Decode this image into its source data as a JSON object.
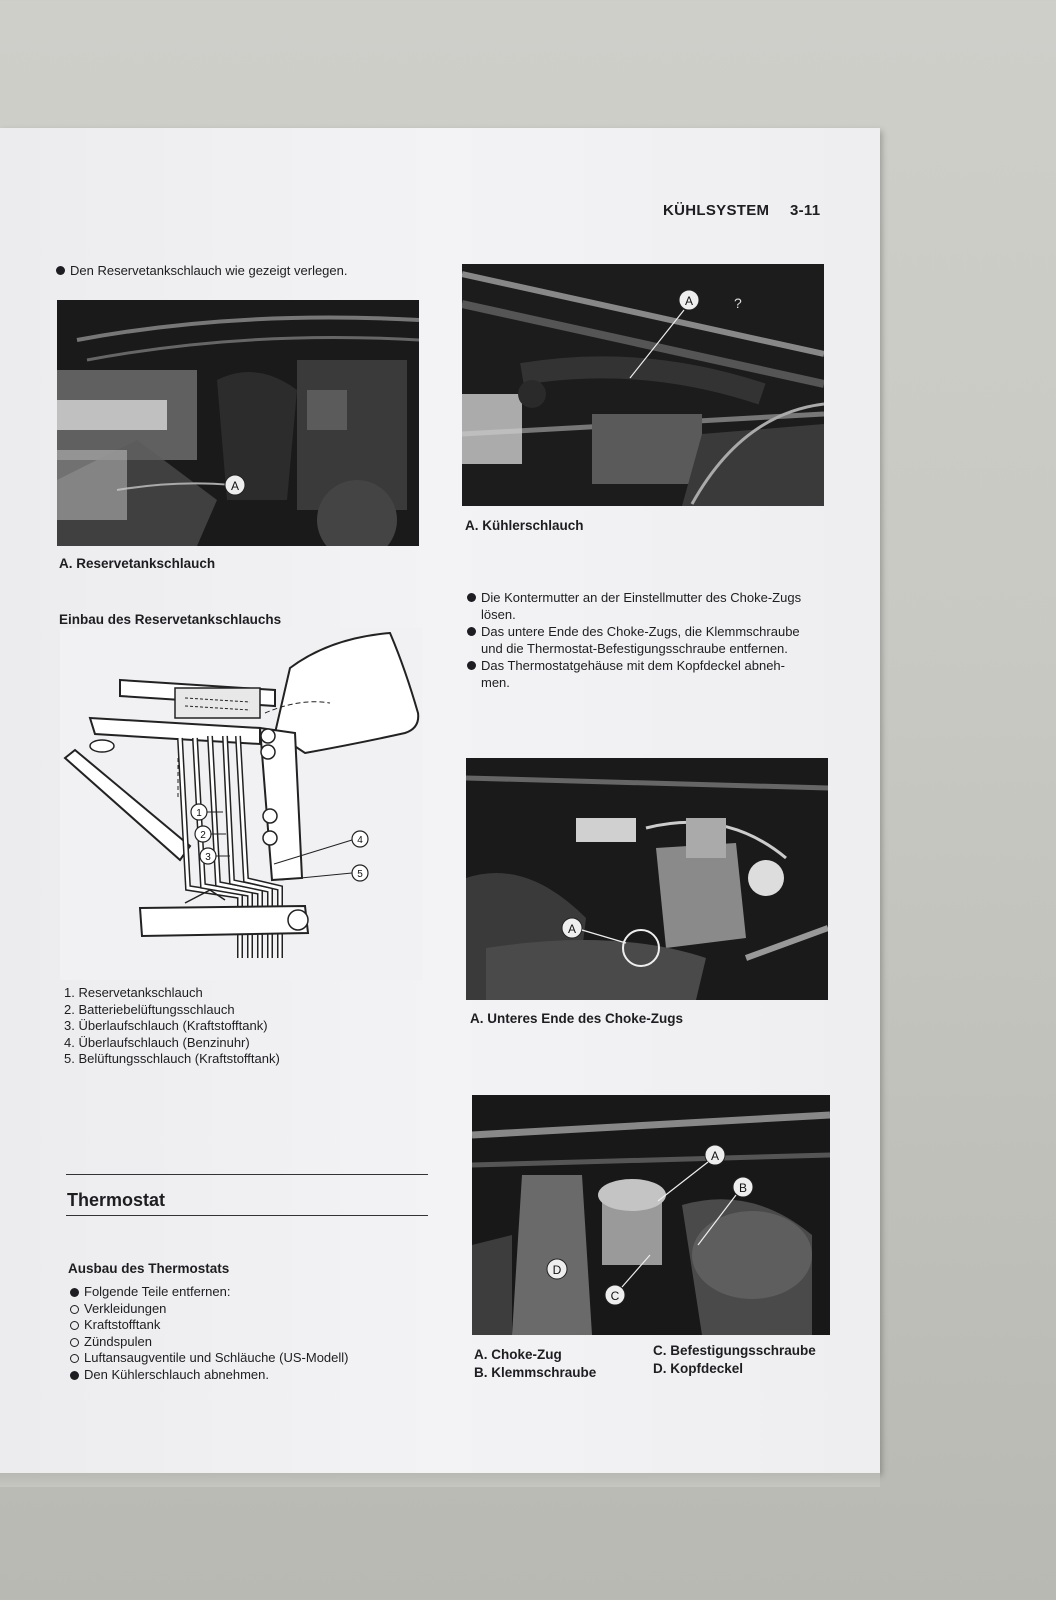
{
  "header": {
    "section": "KÜHLSYSTEM",
    "page_number": "3-11"
  },
  "left": {
    "intro_bullet": "Den Reservetankschlauch wie gezeigt verlegen.",
    "photo1": {
      "callout": "A"
    },
    "photo1_caption": "A. Reservetankschlauch",
    "diagram_title": "Einbau des Reservetankschlauchs",
    "diagram_callouts": [
      "1",
      "2",
      "3",
      "4",
      "5"
    ],
    "legend": [
      "1. Reservetankschlauch",
      "2. Batteriebelüftungsschlauch",
      "3. Überlaufschlauch (Kraftstofftank)",
      "4. Überlaufschlauch (Benzinuhr)",
      "5. Belüftungsschlauch (Kraftstofftank)"
    ],
    "section_heading": "Thermostat",
    "subsection": "Ausbau des Thermostats",
    "steps": [
      {
        "kind": "filled",
        "text": "Folgende Teile entfernen:"
      },
      {
        "kind": "open",
        "text": "Verkleidungen"
      },
      {
        "kind": "open",
        "text": "Kraftstofftank"
      },
      {
        "kind": "open",
        "text": "Zündspulen"
      },
      {
        "kind": "open",
        "text": "Luftansaugventile und Schläuche (US-Modell)"
      },
      {
        "kind": "filled",
        "text": "Den Kühlerschlauch abnehmen."
      }
    ]
  },
  "right": {
    "photo2": {
      "callout": "A",
      "mark": "?"
    },
    "photo2_caption": "A. Kühlerschlauch",
    "bullets": [
      {
        "line1": "Die Kontermutter an der Einstellmutter des Choke-Zugs",
        "line2": "lösen."
      },
      {
        "line1": "Das untere Ende des Choke-Zugs, die Klemmschraube",
        "line2": "und die Thermostat-Befestigungsschraube entfernen."
      },
      {
        "line1": "Das Thermostatgehäuse mit dem Kopfdeckel abneh-",
        "line2": "men."
      }
    ],
    "photo3": {
      "callout": "A"
    },
    "photo3_caption": "A. Unteres Ende des Choke-Zugs",
    "photo4": {
      "callouts": [
        "A",
        "B",
        "C",
        "D"
      ]
    },
    "photo4_captions": {
      "a": "A. Choke-Zug",
      "b": "B. Klemmschraube",
      "c": "C. Befestigungsschraube",
      "d": "D. Kopfdeckel"
    }
  },
  "colors": {
    "paper": "#f1f1f3",
    "ink": "#1e1e22",
    "photo_dark": "#141414"
  }
}
